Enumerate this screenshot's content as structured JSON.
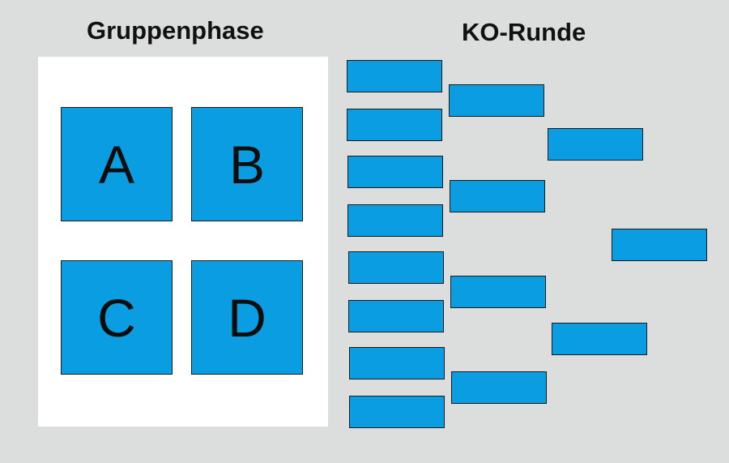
{
  "titles": {
    "group_stage": "Gruppenphase",
    "knockout": "KO-Runde"
  },
  "groups": [
    "A",
    "B",
    "C",
    "D"
  ],
  "knockout_rounds": {
    "round_of_16_slots": 8,
    "quarterfinal_slots": 4,
    "semifinal_slots": 2,
    "final_slots": 1
  },
  "colors": {
    "background": "#dcdddd",
    "panel": "#ffffff",
    "box_fill": "#0a9de2",
    "box_border": "#1a1a1a"
  }
}
